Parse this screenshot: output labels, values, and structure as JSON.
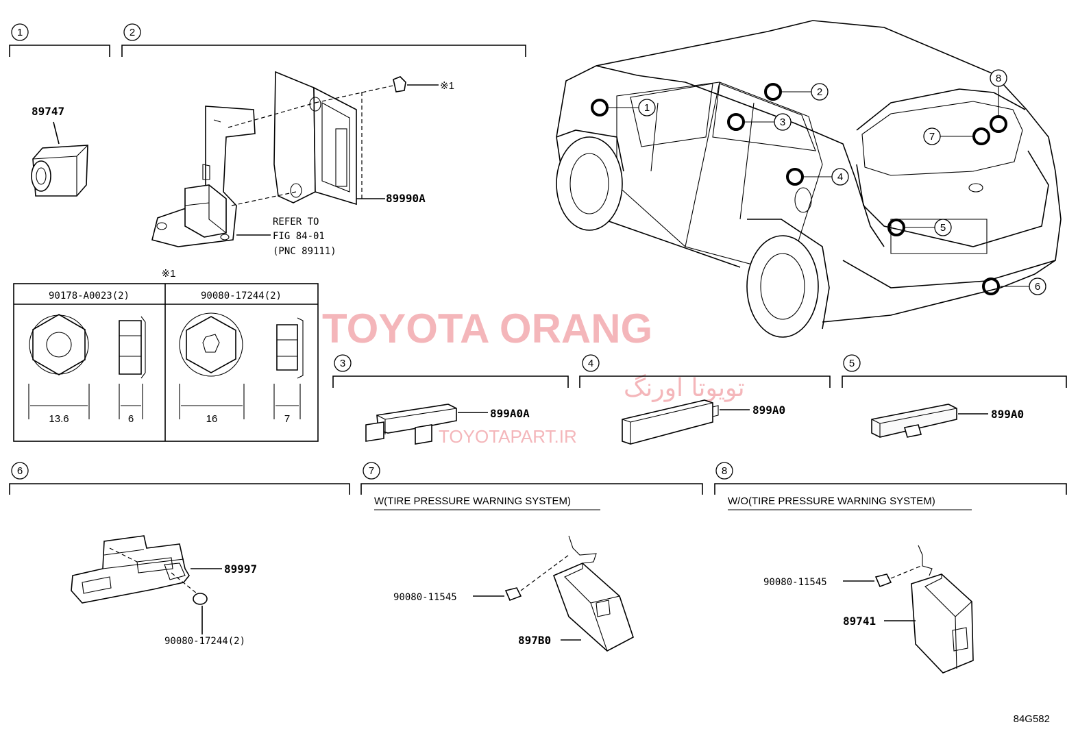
{
  "section_numbers": [
    "1",
    "2",
    "3",
    "4",
    "5",
    "6",
    "7",
    "8"
  ],
  "parts": {
    "s1": "89747",
    "s2_module": "89990A",
    "s2_refer": [
      "REFER TO",
      "FIG 84-01",
      "(PNC 89111)"
    ],
    "s2_fastener_mark": "※1",
    "s3": "899A0A",
    "s4": "899A0",
    "s5": "899A0",
    "s6_bracket": "89997",
    "s6_nut": "90080-17244(2)",
    "s7_bolt": "90080-11545",
    "s7_unit": "897B0",
    "s8_bolt": "90080-11545",
    "s8_unit": "89741"
  },
  "fastener_table": {
    "mark": "※1",
    "col1_header": "90178-A0023(2)",
    "col2_header": "90080-17244(2)",
    "dims": [
      "13.6",
      "6",
      "16",
      "7"
    ]
  },
  "condition_labels": {
    "s7": "W(TIRE PRESSURE WARNING SYSTEM)",
    "s8": "W/O(TIRE PRESSURE WARNING SYSTEM)"
  },
  "watermark": {
    "title": "TOYOTA ORANG",
    "persian": "تویوتا اورنگ",
    "url": "TOYOTAPART.IR"
  },
  "figure_code": "84G582",
  "colors": {
    "line": "#000000",
    "watermark": "#f4b6ba",
    "background": "#ffffff"
  }
}
